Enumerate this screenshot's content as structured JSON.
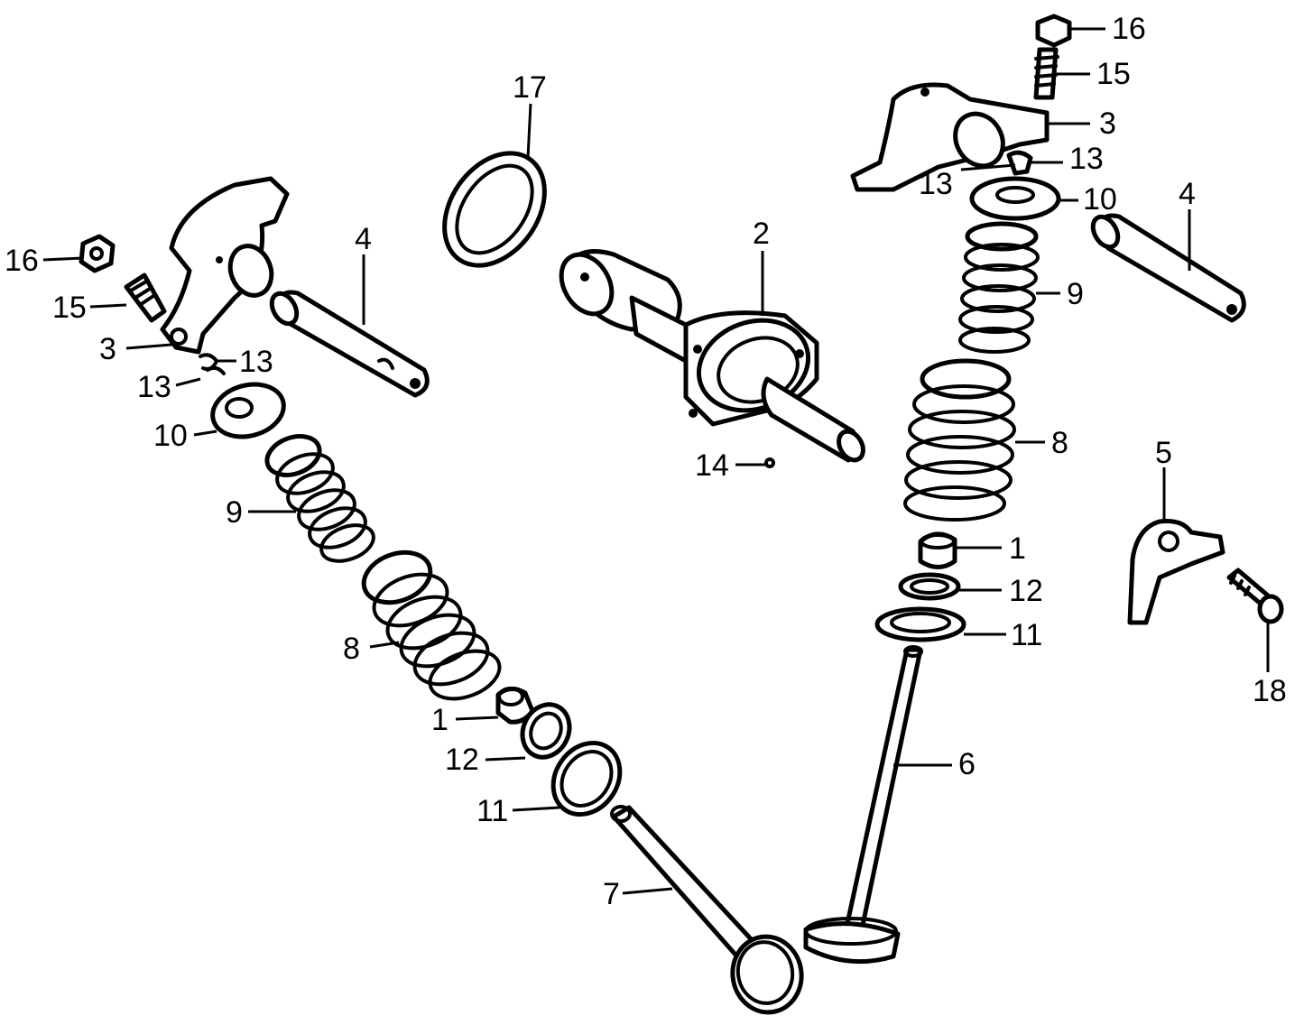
{
  "diagram": {
    "callouts": [
      {
        "id": "16-right",
        "text": "16"
      },
      {
        "id": "15-right",
        "text": "15"
      },
      {
        "id": "3-right",
        "text": "3"
      },
      {
        "id": "13-right-a",
        "text": "13"
      },
      {
        "id": "13-right-b",
        "text": "13"
      },
      {
        "id": "10-right",
        "text": "10"
      },
      {
        "id": "4-right",
        "text": "4"
      },
      {
        "id": "9-right",
        "text": "9"
      },
      {
        "id": "8-right",
        "text": "8"
      },
      {
        "id": "5",
        "text": "5"
      },
      {
        "id": "1-right",
        "text": "1"
      },
      {
        "id": "12-right",
        "text": "12"
      },
      {
        "id": "11-right",
        "text": "11"
      },
      {
        "id": "18",
        "text": "18"
      },
      {
        "id": "6",
        "text": "6"
      },
      {
        "id": "17",
        "text": "17"
      },
      {
        "id": "2",
        "text": "2"
      },
      {
        "id": "14",
        "text": "14"
      },
      {
        "id": "16-left",
        "text": "16"
      },
      {
        "id": "15-left",
        "text": "15"
      },
      {
        "id": "3-left",
        "text": "3"
      },
      {
        "id": "13-left-a",
        "text": "13"
      },
      {
        "id": "13-left-b",
        "text": "13"
      },
      {
        "id": "10-left",
        "text": "10"
      },
      {
        "id": "4-left",
        "text": "4"
      },
      {
        "id": "9-left",
        "text": "9"
      },
      {
        "id": "8-left",
        "text": "8"
      },
      {
        "id": "1-left",
        "text": "1"
      },
      {
        "id": "12-left",
        "text": "12"
      },
      {
        "id": "11-left",
        "text": "11"
      },
      {
        "id": "7",
        "text": "7"
      }
    ]
  }
}
